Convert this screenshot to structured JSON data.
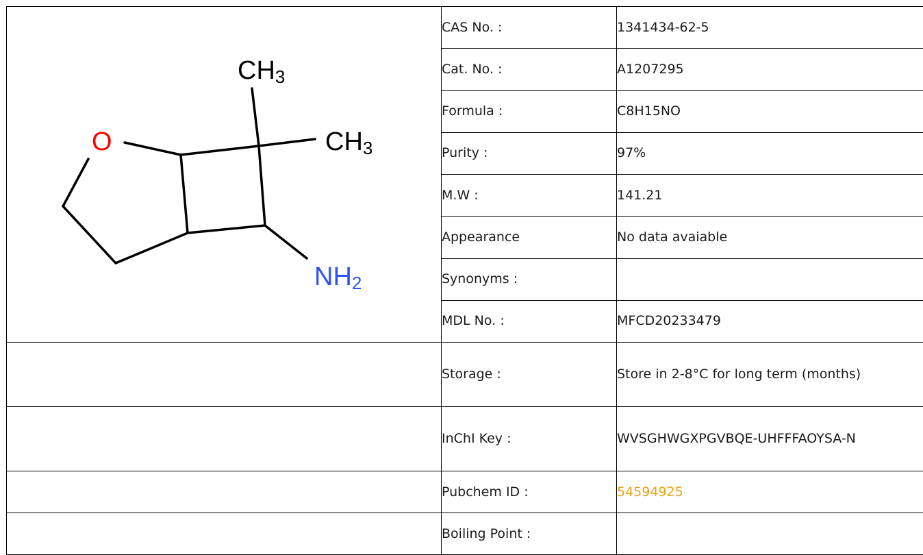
{
  "structure": {
    "atoms": {
      "ch3_top": {
        "main": "CH",
        "sub": "3",
        "color": "#000000"
      },
      "ch3_right": {
        "main": "CH",
        "sub": "3",
        "color": "#000000"
      },
      "oxygen": {
        "main": "O",
        "color": "#ff0000"
      },
      "amine": {
        "main": "NH",
        "sub": "2",
        "color": "#3050f8"
      }
    }
  },
  "properties": [
    {
      "label": "CAS No. :",
      "value": "1341434-62-5"
    },
    {
      "label": "Cat. No. :",
      "value": "A1207295"
    },
    {
      "label": "Formula :",
      "value": "C8H15NO"
    },
    {
      "label": "Purity :",
      "value": "97%"
    },
    {
      "label": "M.W :",
      "value": "141.21"
    },
    {
      "label": "Appearance",
      "value": "No data avaiable"
    },
    {
      "label": "Synonyms :",
      "value": ""
    },
    {
      "label": "MDL No. :",
      "value": "MFCD20233479"
    },
    {
      "label": "Storage :",
      "value": "Store in 2-8°C for long term (months)"
    },
    {
      "label": "InChI Key :",
      "value": "WVSGHWGXPGVBQE-UHFFFAOYSA-N"
    },
    {
      "label": "Pubchem ID :",
      "value": "54594925",
      "link_color": "#e8a317"
    },
    {
      "label": "Boiling Point :",
      "value": ""
    }
  ]
}
